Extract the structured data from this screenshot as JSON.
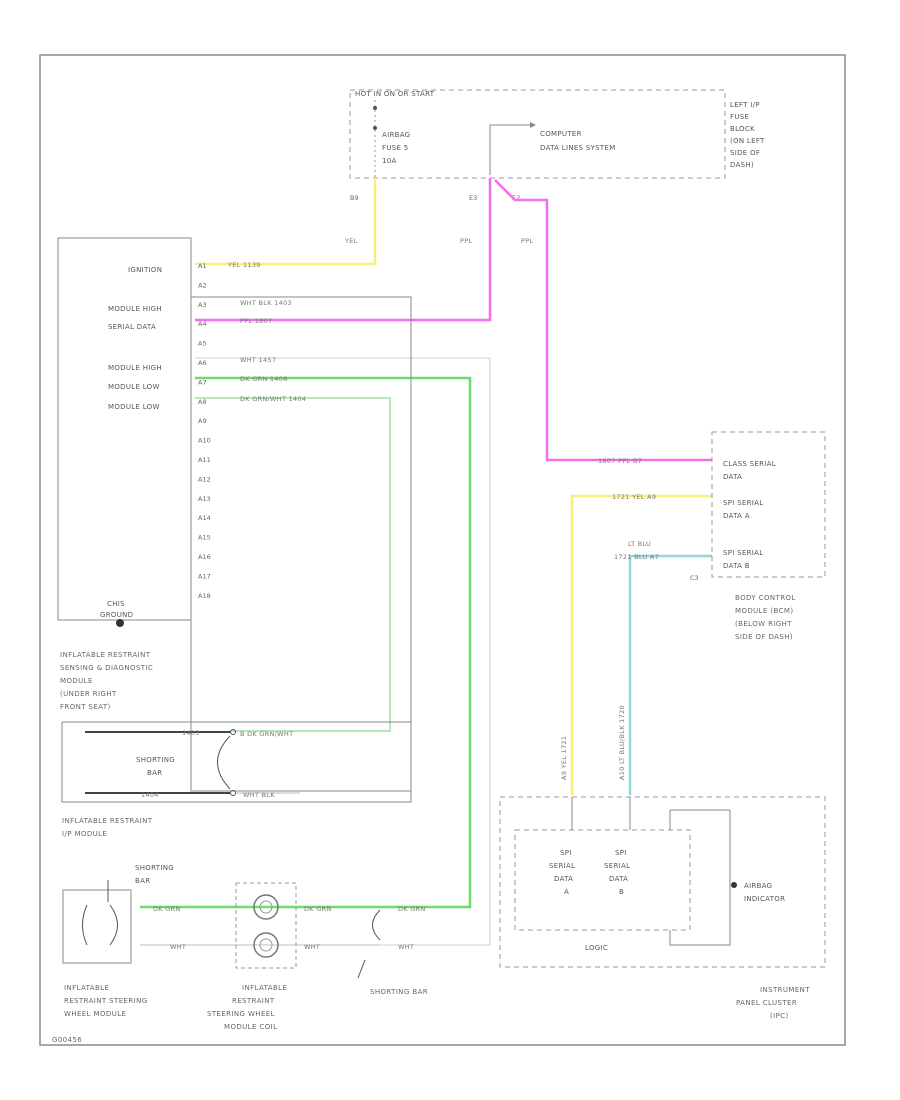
{
  "fuse_block": {
    "header": "HOT IN ON OR START",
    "fuse_lines": [
      "AIRBAG",
      "FUSE 5",
      "10A"
    ],
    "computer_lines": [
      "COMPUTER",
      "DATA LINES SYSTEM"
    ],
    "location_lines": [
      "LEFT I/P",
      "FUSE",
      "BLOCK",
      "(ON LEFT",
      "SIDE OF",
      "DASH)"
    ],
    "pin_b9": "B9",
    "pin_e3": "E3",
    "pin_e2": "E2"
  },
  "wire_labels": {
    "yel_vertical": "YEL",
    "ppl_left": "PPL",
    "ppl_right": "PPL",
    "ignition": "YEL   1139",
    "white_blk": "WHT BLK   1403",
    "serial_data": "PPL   1807",
    "wht": "WHT   1457",
    "dk_grn": "DK GRN   1408",
    "dk_grn_wht": "DK GRN/WHT   1404",
    "class_serial": "1807   PPL   B7",
    "spi_a": "1721   YEL   A9",
    "lt_blu_top": "LT BLU",
    "spi_b": "1721   BLU   A7",
    "yel_vertical_cluster": "A9  YEL  1721",
    "blu_vertical_cluster": "A10  LT BLU/BLK  1720",
    "grn_short_top": "B  DK GRN/WHT",
    "grn_short_bottom": "WHT BLK",
    "sw_grn": "DK GRN",
    "sw_wht": "WHT",
    "coil_grn": "DK GRN",
    "coil_wht": "WHT",
    "short_right_grn": "DK GRN",
    "short_right_wht": "WHT",
    "short_left_a": "1403",
    "short_left_b": "1404",
    "c3_label": "C3"
  },
  "module_pins": [
    "A1",
    "A2",
    "A3",
    "A4",
    "A5",
    "A6",
    "A7",
    "A8",
    "A9",
    "A10",
    "A11",
    "A12",
    "A13",
    "A14",
    "A15",
    "A16",
    "A17",
    "A18"
  ],
  "module_labels": {
    "ignition": "IGNITION",
    "high_serial": [
      "MODULE HIGH",
      "SERIAL DATA"
    ],
    "module_high": "MODULE HIGH",
    "module_low_1": "MODULE LOW",
    "module_low_2": "MODULE LOW",
    "ground": [
      "CHIS",
      "GROUND"
    ]
  },
  "module_caption": [
    "INFLATABLE RESTRAINT",
    "SENSING & DIAGNOSTIC",
    "MODULE",
    "(UNDER RIGHT",
    "FRONT SEAT)"
  ],
  "ip_module": {
    "shorting_bar": [
      "SHORTING",
      "BAR"
    ],
    "caption": [
      "INFLATABLE RESTRAINT",
      "I/P MODULE"
    ]
  },
  "bcm": {
    "lines": [
      "CLASS SERIAL",
      "DATA",
      "SPI SERIAL",
      "DATA A",
      "SPI SERIAL",
      "DATA B"
    ],
    "caption": [
      "BODY CONTROL",
      "MODULE (BCM)",
      "(BELOW RIGHT",
      "SIDE OF DASH)"
    ]
  },
  "cluster": {
    "spi_a": [
      "SPI",
      "SERIAL",
      "DATA",
      "A"
    ],
    "spi_b": [
      "SPI",
      "SERIAL",
      "DATA",
      "B"
    ],
    "logic": "LOGIC",
    "airbag_indicator": [
      "AIRBAG",
      "INDICATOR"
    ],
    "caption": [
      "INSTRUMENT",
      "PANEL CLUSTER",
      "(IPC)"
    ]
  },
  "steering": {
    "shorting_bar": [
      "SHORTING",
      "BAR"
    ],
    "wheel_caption": [
      "INFLATABLE",
      "RESTRAINT STEERING",
      "WHEEL MODULE"
    ],
    "coil_caption": [
      "INFLATABLE",
      "RESTRAINT",
      "STEERING WHEEL",
      "MODULE COIL"
    ],
    "shorting_bar_right": "SHORTING BAR"
  },
  "footer_code": "G00456",
  "colors": {
    "yellow": "#f4f07a",
    "magenta": "#f06ef0",
    "green": "#6cdc6c",
    "light_green": "#b4e8b4",
    "cyan": "#8fd8d8",
    "line": "#8a8a8a"
  }
}
